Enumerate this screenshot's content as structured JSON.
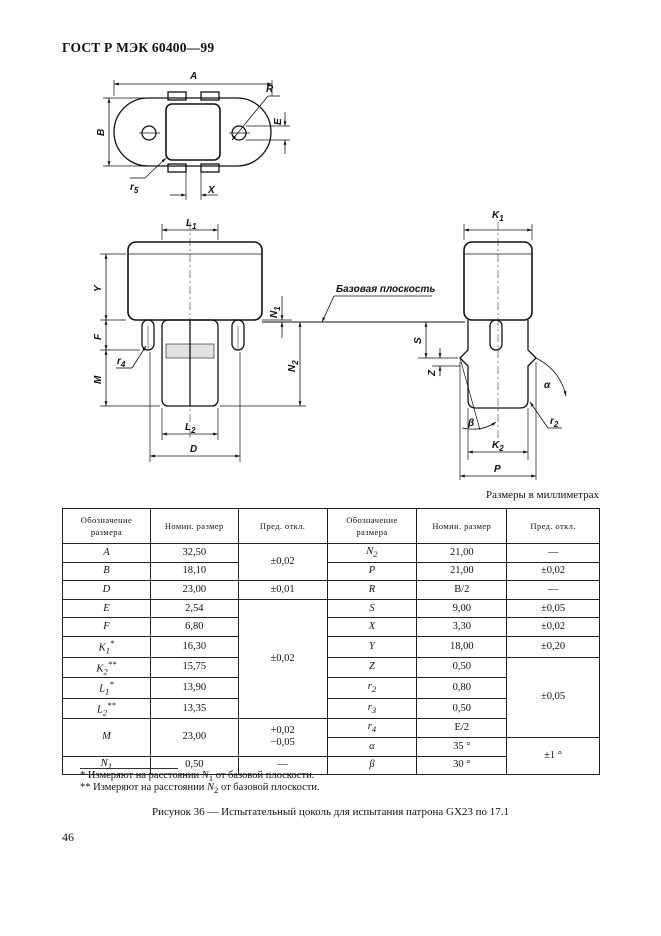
{
  "header": "ГОСТ Р МЭК 60400—99",
  "drawing": {
    "labels": {
      "A": "A",
      "R": "R",
      "B": "B",
      "E": "E",
      "r5": "r",
      "r5s": "5",
      "X": "X",
      "L1": "L",
      "L1s": "1",
      "K1": "K",
      "K1s": "1",
      "Y": "Y",
      "N1": "N",
      "N1s": "1",
      "F": "F",
      "r4": "r",
      "r4s": "4",
      "M": "M",
      "N2": "N",
      "N2s": "2",
      "L2": "L",
      "L2s": "2",
      "D": "D",
      "S": "S",
      "Z": "Z",
      "alpha": "α",
      "beta": "β",
      "r2": "r",
      "r2s": "2",
      "K2": "K",
      "K2s": "2",
      "P": "P"
    },
    "reference_plane": "Базовая плоскость"
  },
  "units_note": "Размеры в миллиметрах",
  "table": {
    "headers": {
      "symbol": "Обозначение размера",
      "nominal": "Номин. размер",
      "tolerance": "Пред. откл."
    },
    "left_rows": [
      {
        "sym": "A",
        "sub": "",
        "mark": "",
        "nom": "32,50",
        "tol": "±0,02"
      },
      {
        "sym": "B",
        "sub": "",
        "mark": "",
        "nom": "18,10",
        "tol": ""
      },
      {
        "sym": "D",
        "sub": "",
        "mark": "",
        "nom": "23,00",
        "tol": "±0,01"
      },
      {
        "sym": "E",
        "sub": "",
        "mark": "",
        "nom": "2,54",
        "tol": "±0,02"
      },
      {
        "sym": "F",
        "sub": "",
        "mark": "",
        "nom": "6,80",
        "tol": ""
      },
      {
        "sym": "K",
        "sub": "1",
        "mark": "*",
        "nom": "16,30",
        "tol": ""
      },
      {
        "sym": "K",
        "sub": "2",
        "mark": "**",
        "nom": "15,75",
        "tol": ""
      },
      {
        "sym": "L",
        "sub": "1",
        "mark": "*",
        "nom": "13,90",
        "tol": ""
      },
      {
        "sym": "L",
        "sub": "2",
        "mark": "**",
        "nom": "13,35",
        "tol": ""
      },
      {
        "sym": "M",
        "sub": "",
        "mark": "",
        "nom": "23,00",
        "tol": "+0,02\n−0,05"
      },
      {
        "sym": "N",
        "sub": "1",
        "mark": "",
        "nom": "0,50",
        "tol": "—"
      }
    ],
    "right_rows": [
      {
        "sym": "N",
        "sub": "2",
        "nom": "21,00",
        "tol": "—"
      },
      {
        "sym": "P",
        "sub": "",
        "nom": "21,00",
        "tol": "±0,02"
      },
      {
        "sym": "R",
        "sub": "",
        "nom": "B/2",
        "tol": "—"
      },
      {
        "sym": "S",
        "sub": "",
        "nom": "9,00",
        "tol": "±0,05"
      },
      {
        "sym": "X",
        "sub": "",
        "nom": "3,30",
        "tol": "±0,02"
      },
      {
        "sym": "Y",
        "sub": "",
        "nom": "18,00",
        "tol": "±0,20"
      },
      {
        "sym": "Z",
        "sub": "",
        "nom": "0,50",
        "tol": "±0,05"
      },
      {
        "sym": "r",
        "sub": "2",
        "nom": "0,80",
        "tol": ""
      },
      {
        "sym": "r",
        "sub": "3",
        "nom": "0,50",
        "tol": ""
      },
      {
        "sym": "r",
        "sub": "4",
        "nom": "E/2",
        "tol": ""
      },
      {
        "sym": "α",
        "sub": "",
        "nom": "35 °",
        "tol": "±1 °"
      },
      {
        "sym": "β",
        "sub": "",
        "nom": "30 °",
        "tol": ""
      }
    ]
  },
  "footnotes": [
    "* Измеряют на расстоянии N1 от базовой плоскости.",
    "** Измеряют на расстоянии N2 от базовой плоскости."
  ],
  "footnote_parts": {
    "f1a": "* Измеряют на расстоянии ",
    "f1sym": "N",
    "f1sub": "1",
    "f1b": " от базовой плоскости.",
    "f2a": "** Измеряют на расстоянии ",
    "f2sym": "N",
    "f2sub": "2",
    "f2b": " от базовой плоскости."
  },
  "caption": "Рисунок 36 — Испытательный цоколь для испытания патрона GX23 по 17.1",
  "page_number": "46"
}
